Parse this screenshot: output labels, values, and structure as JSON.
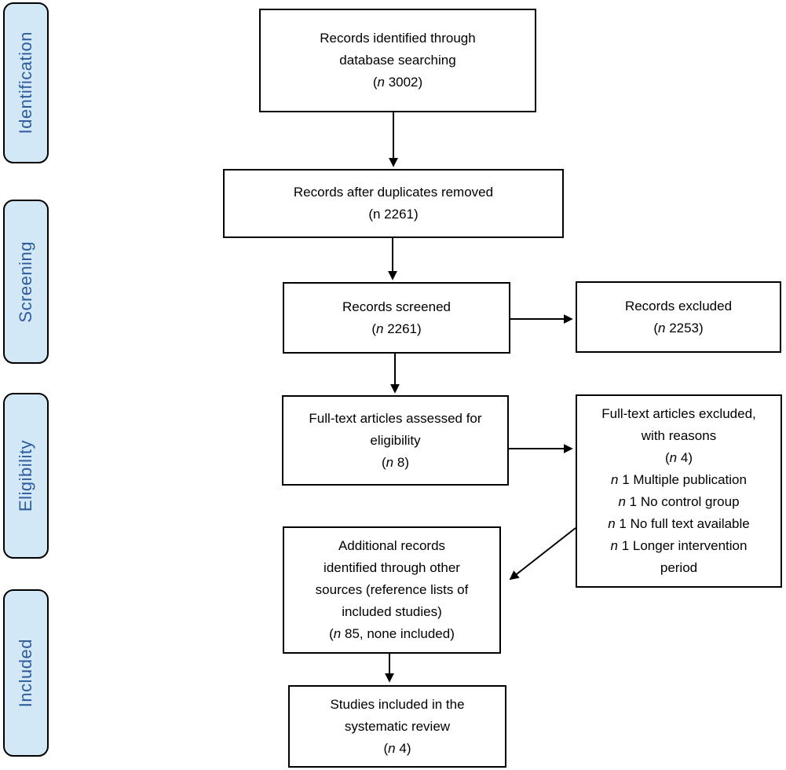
{
  "sidebar": {
    "items": [
      {
        "label": "Identification"
      },
      {
        "label": "Screening"
      },
      {
        "label": "Eligibility"
      },
      {
        "label": "Included"
      }
    ]
  },
  "boxes": {
    "identified": {
      "lines": [
        [
          {
            "t": "Records identified through"
          }
        ],
        [
          {
            "t": "database searching"
          }
        ],
        [
          {
            "t": "("
          },
          {
            "t": "n",
            "i": true
          },
          {
            "t": " 3002)"
          }
        ]
      ]
    },
    "after_duplicates": {
      "lines": [
        [
          {
            "t": "Records after duplicates removed"
          }
        ],
        [
          {
            "t": "(n 2261)"
          }
        ]
      ]
    },
    "screened": {
      "lines": [
        [
          {
            "t": "Records screened"
          }
        ],
        [
          {
            "t": "("
          },
          {
            "t": "n",
            "i": true
          },
          {
            "t": " 2261)"
          }
        ]
      ]
    },
    "records_excluded": {
      "lines": [
        [
          {
            "t": "Records excluded"
          }
        ],
        [
          {
            "t": "("
          },
          {
            "t": "n",
            "i": true
          },
          {
            "t": " 2253)"
          }
        ]
      ]
    },
    "fulltext_assessed": {
      "lines": [
        [
          {
            "t": "Full-text articles assessed for"
          }
        ],
        [
          {
            "t": "eligibility"
          }
        ],
        [
          {
            "t": "("
          },
          {
            "t": "n",
            "i": true
          },
          {
            "t": " 8)"
          }
        ]
      ]
    },
    "fulltext_excluded": {
      "lines": [
        [
          {
            "t": "Full-text articles excluded,"
          }
        ],
        [
          {
            "t": "with reasons"
          }
        ],
        [
          {
            "t": "("
          },
          {
            "t": "n",
            "i": true
          },
          {
            "t": " 4)"
          }
        ],
        [
          {
            "t": "n",
            "i": true
          },
          {
            "t": " 1 Multiple publication"
          }
        ],
        [
          {
            "t": "n",
            "i": true
          },
          {
            "t": " 1 No control group"
          }
        ],
        [
          {
            "t": "n",
            "i": true
          },
          {
            "t": " 1 No full text available"
          }
        ],
        [
          {
            "t": "n",
            "i": true
          },
          {
            "t": " 1 Longer intervention"
          }
        ],
        [
          {
            "t": "period"
          }
        ]
      ]
    },
    "additional_records": {
      "lines": [
        [
          {
            "t": "Additional records"
          }
        ],
        [
          {
            "t": "identified through other"
          }
        ],
        [
          {
            "t": "sources (reference lists of"
          }
        ],
        [
          {
            "t": "included studies)"
          }
        ],
        [
          {
            "t": "("
          },
          {
            "t": "n",
            "i": true
          },
          {
            "t": " 85, none included)"
          }
        ]
      ]
    },
    "included_studies": {
      "lines": [
        [
          {
            "t": "Studies included in the"
          }
        ],
        [
          {
            "t": "systematic review"
          }
        ],
        [
          {
            "t": "("
          },
          {
            "t": "n",
            "i": true
          },
          {
            "t": " 4)"
          }
        ]
      ]
    }
  },
  "colors": {
    "sidebar_fill": "#D2E8F6",
    "sidebar_text": "#2F5B9D",
    "box_fill": "#FFFFFF",
    "box_border": "#000000",
    "arrow": "#000000"
  }
}
